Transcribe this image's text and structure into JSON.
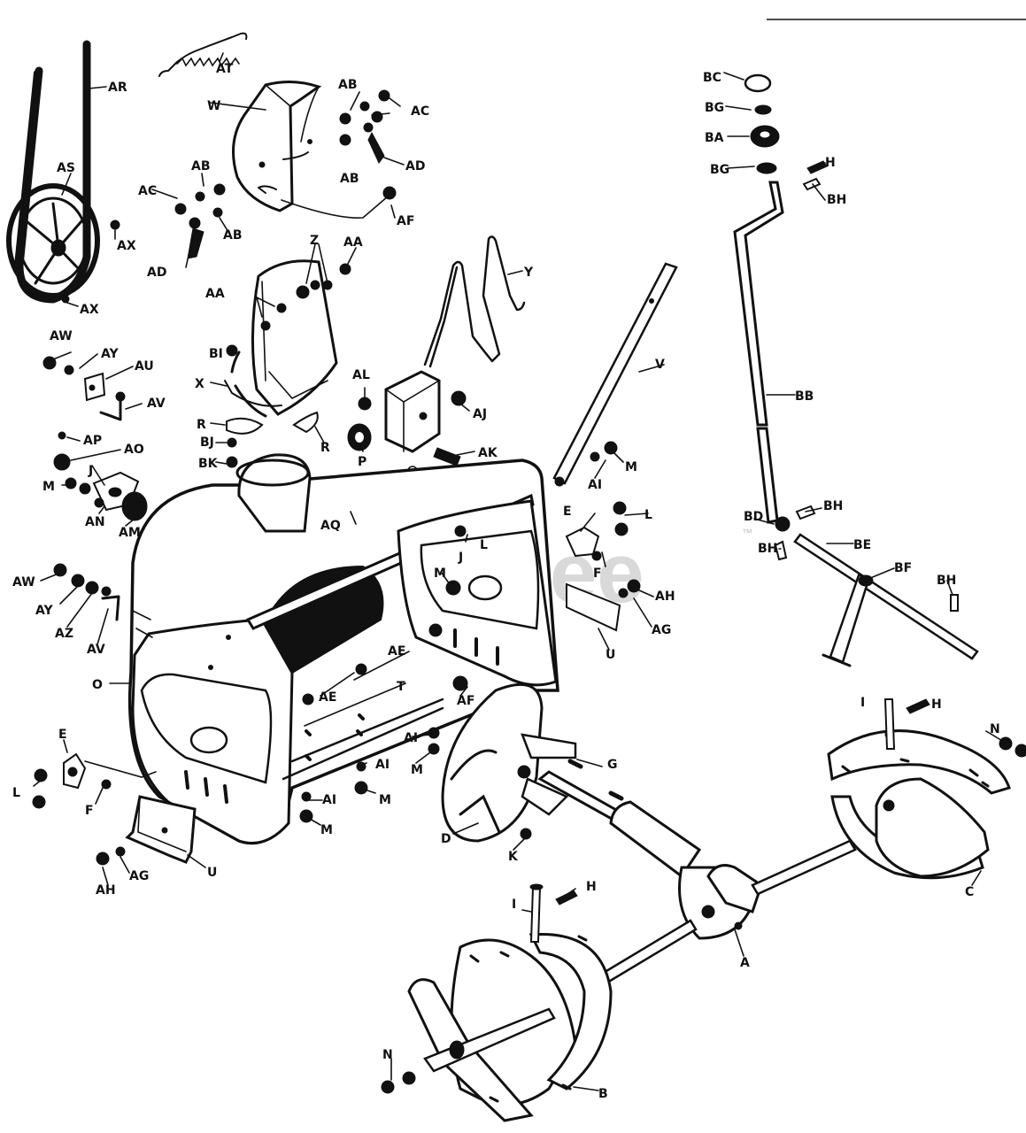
{
  "watermark": {
    "text": "PartsTree",
    "trademark": "™"
  },
  "labels": {
    "AR": "AR",
    "AT": "AT",
    "W": "W",
    "AB": "AB",
    "AC": "AC",
    "AD": "AD",
    "AF": "AF",
    "AS": "AS",
    "AX": "AX",
    "Z": "Z",
    "AA": "AA",
    "Y": "Y",
    "BI": "BI",
    "X": "X",
    "R": "R",
    "BJ": "BJ",
    "BK": "BK",
    "AW": "AW",
    "AY": "AY",
    "AU": "AU",
    "AV": "AV",
    "AP": "AP",
    "AO": "AO",
    "J": "J",
    "M": "M",
    "AN": "AN",
    "AM": "AM",
    "AL": "AL",
    "AJ": "AJ",
    "AK": "AK",
    "P": "P",
    "AQ": "AQ",
    "V": "V",
    "AI": "AI",
    "E": "E",
    "L": "L",
    "F": "F",
    "AH": "AH",
    "AG": "AG",
    "U": "U",
    "AZ": "AZ",
    "O": "O",
    "AE": "AE",
    "T": "T",
    "G": "G",
    "D": "D",
    "K": "K",
    "I": "I",
    "H": "H",
    "N": "N",
    "C": "C",
    "A": "A",
    "B": "B",
    "BC": "BC",
    "BG": "BG",
    "BA": "BA",
    "BH": "BH",
    "BB": "BB",
    "BD": "BD",
    "BE": "BE",
    "BF": "BF"
  }
}
